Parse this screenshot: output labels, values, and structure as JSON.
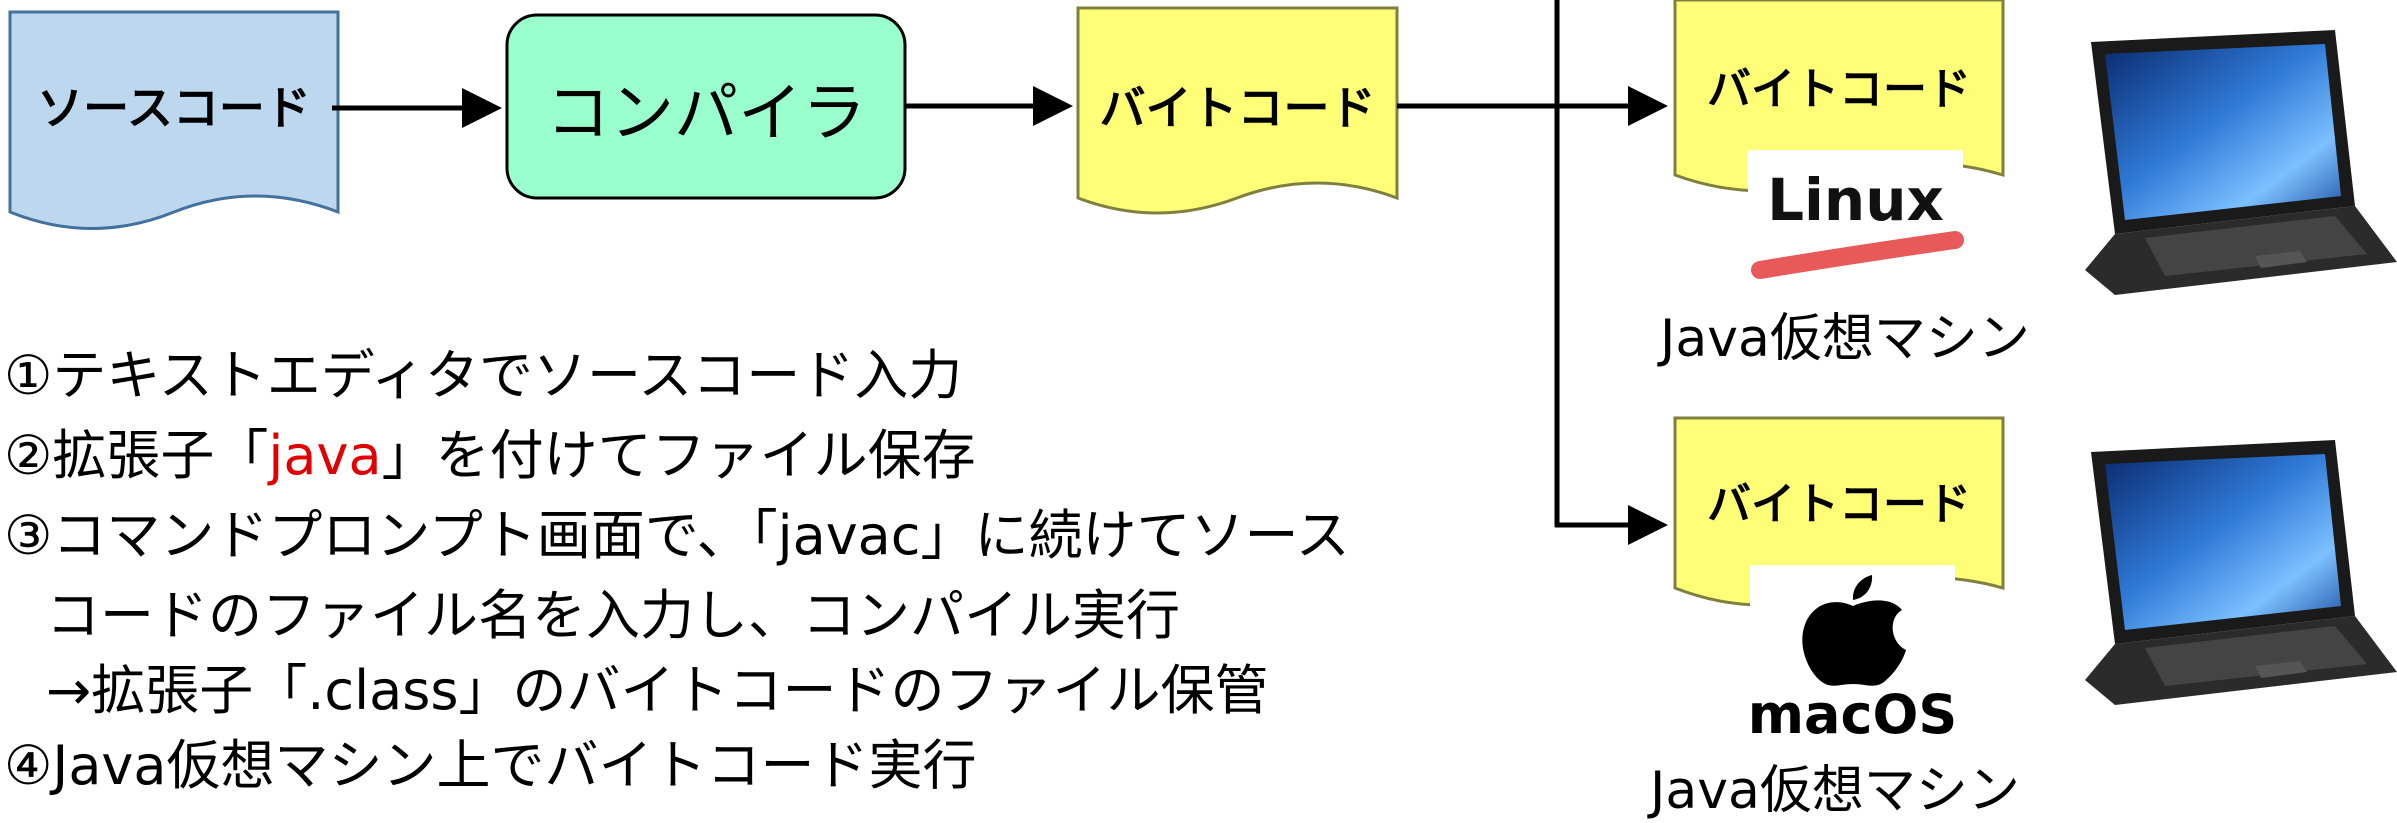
{
  "flow": {
    "source_label": "ソースコード",
    "compiler_label": "コンパイラ",
    "bytecode_label": "バイトコード"
  },
  "targets": [
    {
      "bytecode_label": "バイトコード",
      "os_logo_text": "Linux",
      "vm_label": "Java仮想マシン"
    },
    {
      "bytecode_label": "バイトコード",
      "os_logo_text": "macOS",
      "vm_label": "Java仮想マシン"
    }
  ],
  "steps": {
    "step1": "①テキストエディタでソースコード入力",
    "step2_before": "②拡張子「",
    "step2_highlight": "java",
    "step2_after": "」を付けてファイル保存",
    "step3_line1": "③コマンドプロンプト画面で、「javac」に続けてソース",
    "step3_line2": "コードのファイル名を入力し、コンパイル実行",
    "step3_line3": "→拡張子「.class」のバイトコードのファイル保管",
    "step4": "④Java仮想マシン上でバイトコード実行"
  },
  "colors": {
    "source_fill": "#bdd7ee",
    "compiler_fill": "#99ffcc",
    "bytecode_fill": "#ffff77",
    "highlight_text": "#e00000",
    "linux_swoosh": "#e85a5a"
  },
  "icons": [
    "laptop-icon",
    "apple-logo-icon",
    "linux-logo"
  ]
}
